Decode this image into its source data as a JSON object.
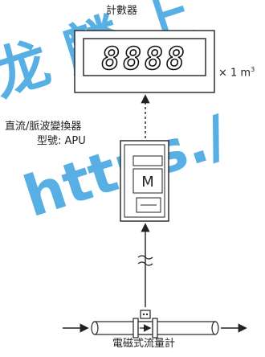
{
  "counter": {
    "title": "計數器",
    "display": "8888",
    "multiplier": "× 1 m",
    "multiplier_exp": "3"
  },
  "converter": {
    "title": "直流/脈波變換器",
    "model": "型號: APU",
    "face_letter": "M"
  },
  "meter": {
    "title": "電磁式流量計"
  },
  "watermark": {
    "line1": "龙 麟 上",
    "line2": "https./"
  },
  "colors": {
    "watermark": "#3aa2e0",
    "lines": "#222222"
  }
}
